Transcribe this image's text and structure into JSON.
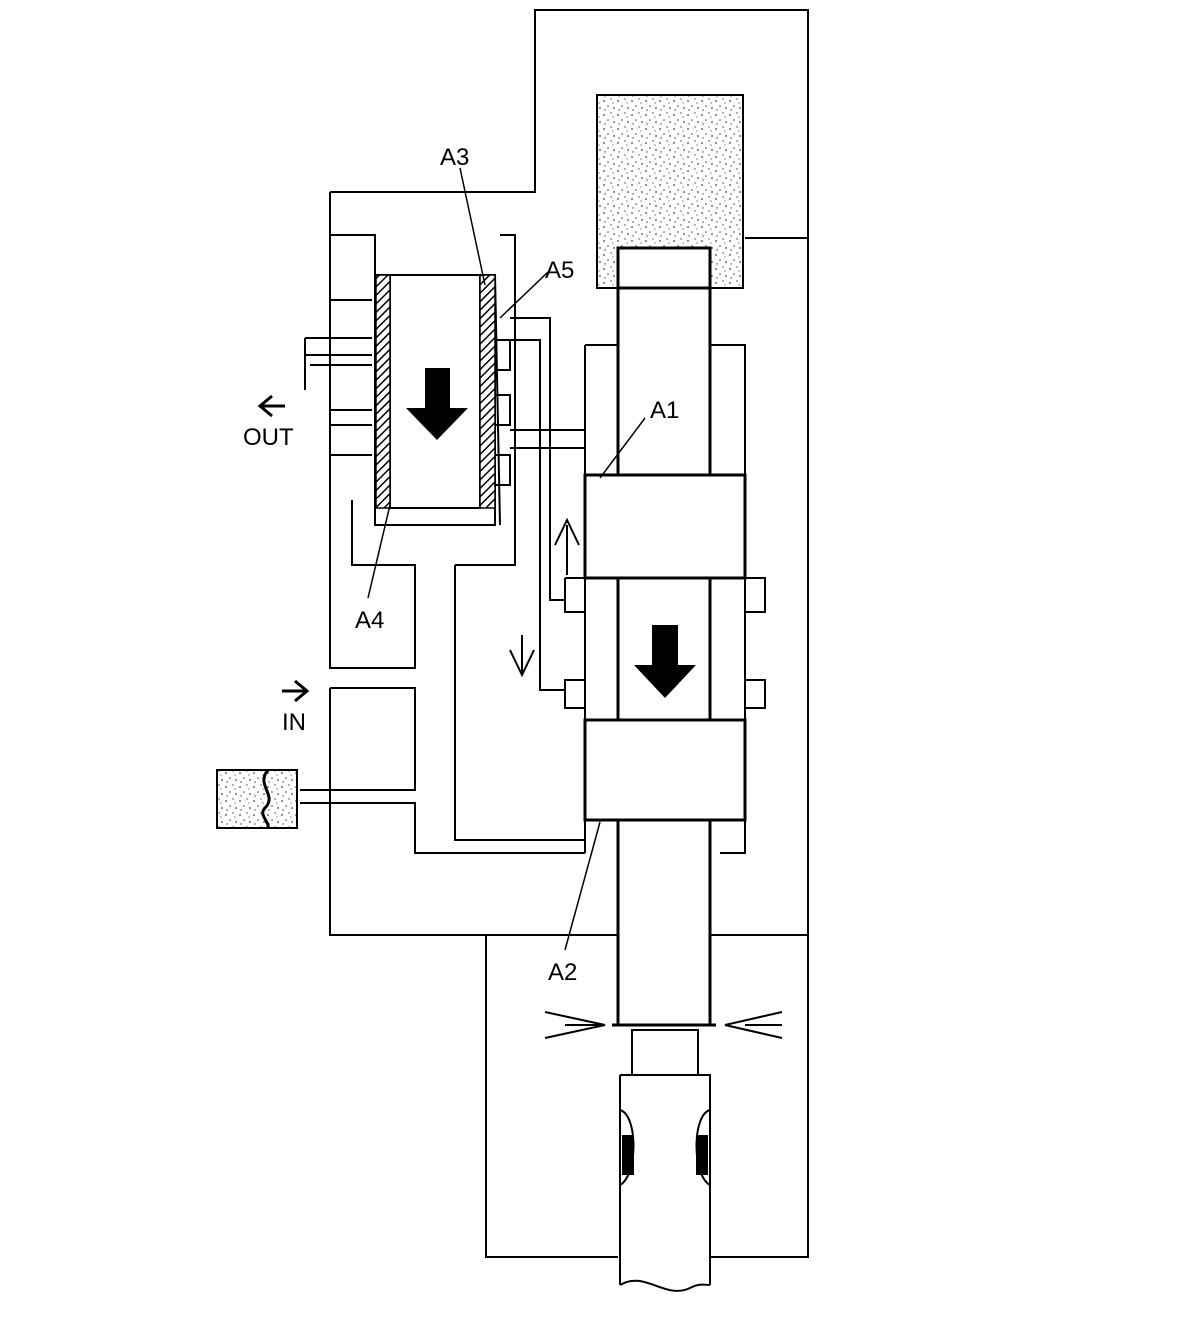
{
  "labels": {
    "a1": "A1",
    "a2": "A2",
    "a3": "A3",
    "a4": "A4",
    "a5": "A5",
    "out": "OUT",
    "in": "IN"
  },
  "colors": {
    "stroke": "#000000",
    "background": "#ffffff",
    "hatch": "#000000",
    "stipple": "#555555"
  }
}
